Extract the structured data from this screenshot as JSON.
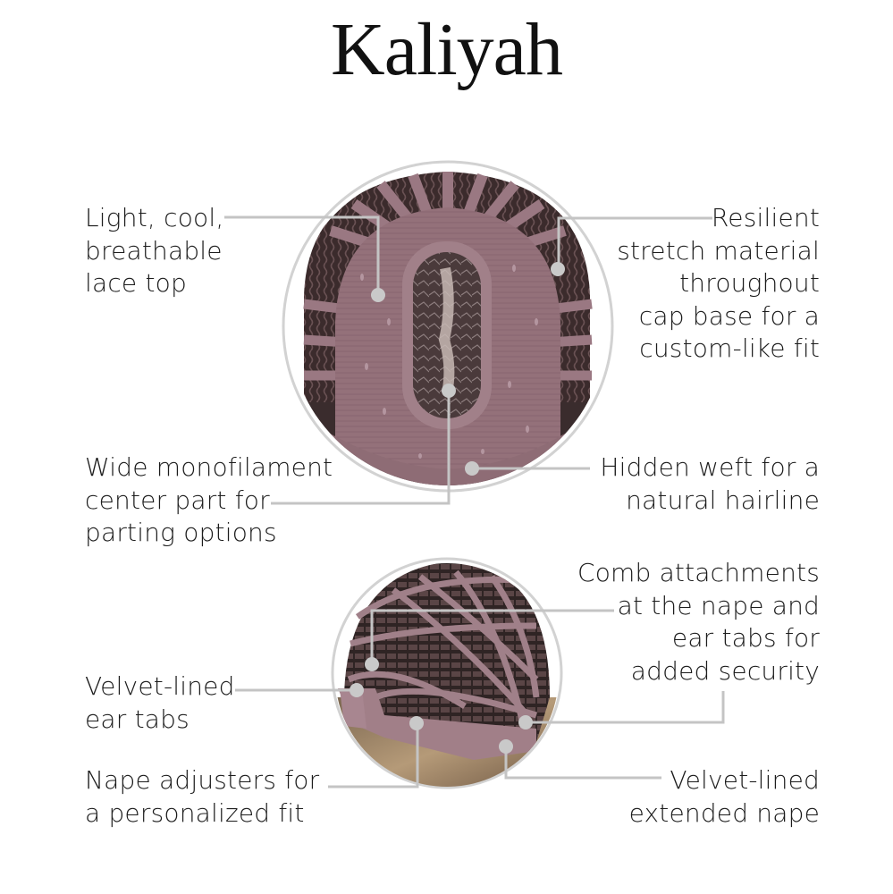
{
  "title": "Kaliyah",
  "colors": {
    "background": "#ffffff",
    "text": "#1c1c1c",
    "connector": "#c4c4c4",
    "cap_mauve": "#9a7680",
    "cap_dark": "#3a2a2a",
    "circle_outline": "#cfcfcf"
  },
  "top_diagram": {
    "description": "Wig cap interior (top view)",
    "callouts": [
      {
        "id": "lace-top",
        "side": "left",
        "lines": [
          "Light, cool,",
          "breathable",
          "lace top"
        ]
      },
      {
        "id": "stretch-material",
        "side": "right",
        "lines": [
          "Resilient",
          "stretch material",
          "throughout",
          "cap base for a",
          "custom-like fit"
        ]
      },
      {
        "id": "monofilament-part",
        "side": "left",
        "lines": [
          "Wide monofilament",
          "center part for",
          "parting options"
        ]
      },
      {
        "id": "hidden-weft",
        "side": "right",
        "lines": [
          "Hidden weft for a",
          "natural hairline"
        ]
      }
    ]
  },
  "bottom_diagram": {
    "description": "Wig cap interior (back/side view)",
    "callouts": [
      {
        "id": "comb-attachments",
        "side": "right",
        "lines": [
          "Comb attachments",
          "at the nape and",
          "ear tabs for",
          "added security"
        ]
      },
      {
        "id": "ear-tabs",
        "side": "left",
        "lines": [
          "Velvet-lined",
          "ear tabs"
        ]
      },
      {
        "id": "nape-adjusters",
        "side": "left",
        "lines": [
          "Nape adjusters for",
          "a personalized fit"
        ]
      },
      {
        "id": "extended-nape",
        "side": "right",
        "lines": [
          "Velvet-lined",
          "extended nape"
        ]
      }
    ]
  }
}
